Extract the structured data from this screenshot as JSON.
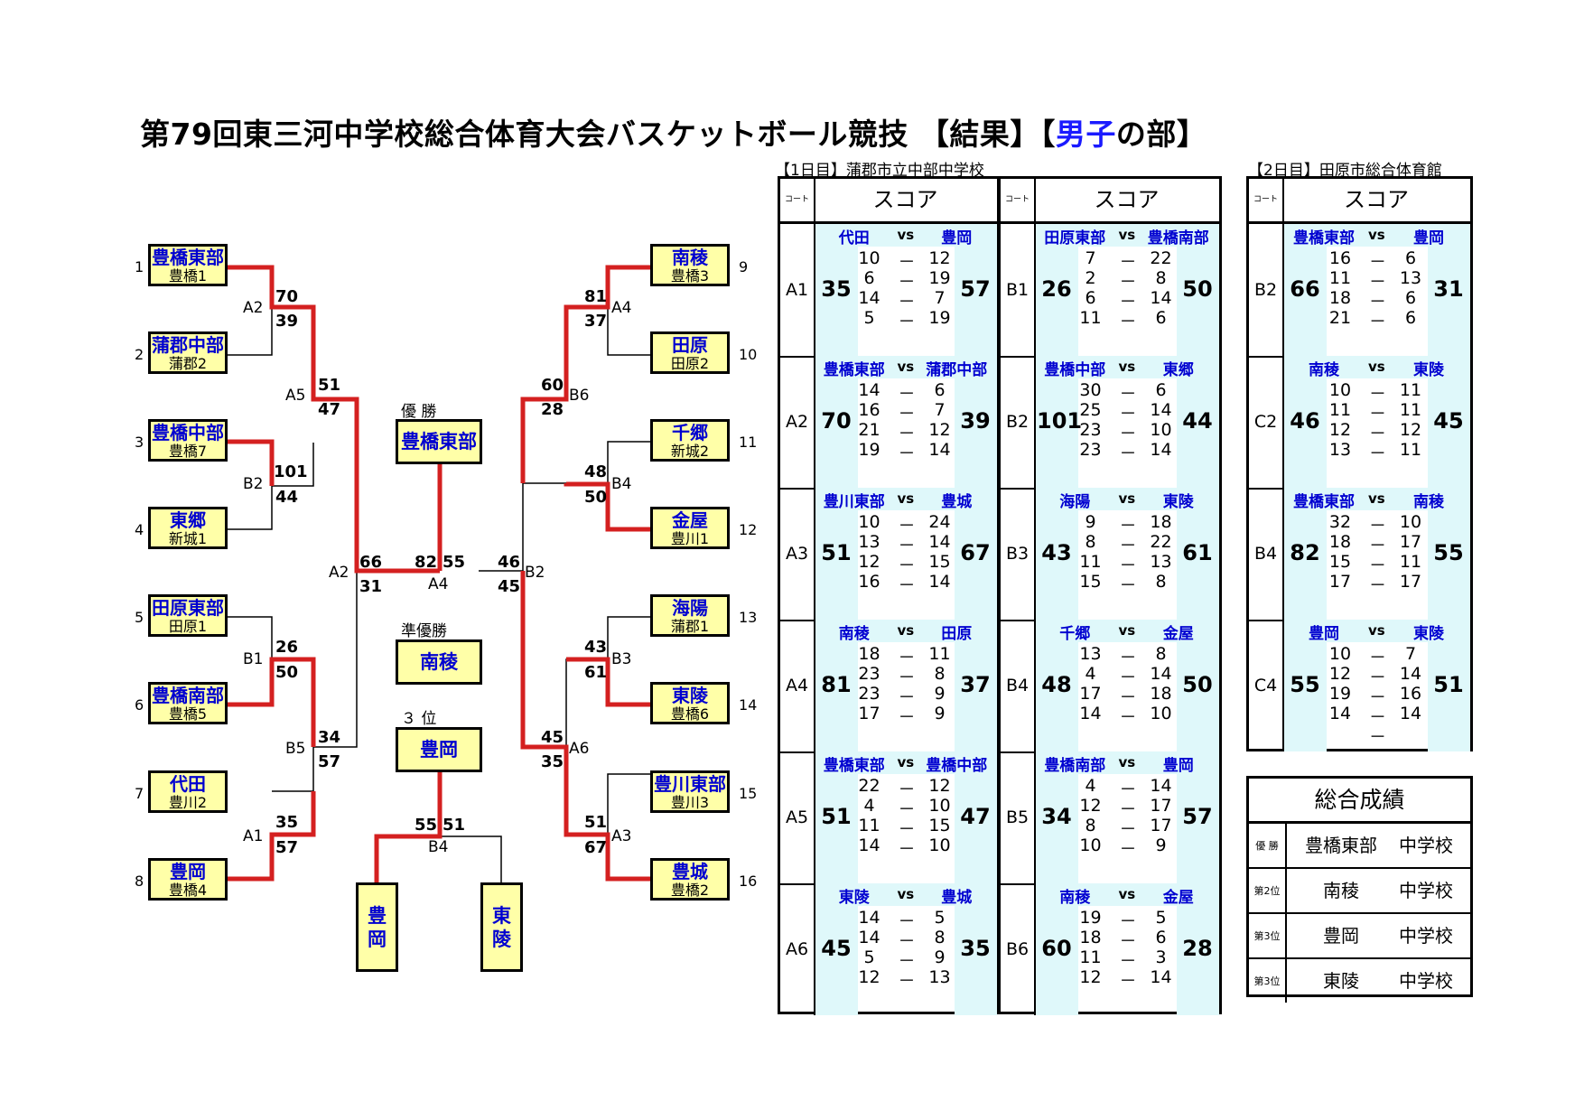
{
  "title": {
    "pre": "第79回東三河中学校総合体育大会バスケットボール競技 【結果】【",
    "blue": "男子",
    "post": "の部】"
  },
  "bracket": {
    "teams": [
      {
        "seed": "1",
        "name": "豊橋東部",
        "sub": "豊橋1"
      },
      {
        "seed": "2",
        "name": "蒲郡中部",
        "sub": "蒲郡2"
      },
      {
        "seed": "3",
        "name": "豊橋中部",
        "sub": "豊橋7"
      },
      {
        "seed": "4",
        "name": "東郷",
        "sub": "新城1"
      },
      {
        "seed": "5",
        "name": "田原東部",
        "sub": "田原1"
      },
      {
        "seed": "6",
        "name": "豊橋南部",
        "sub": "豊橋5"
      },
      {
        "seed": "7",
        "name": "代田",
        "sub": "豊川2"
      },
      {
        "seed": "8",
        "name": "豊岡",
        "sub": "豊橋4"
      },
      {
        "seed": "9",
        "name": "南稜",
        "sub": "豊橋3"
      },
      {
        "seed": "10",
        "name": "田原",
        "sub": "田原2"
      },
      {
        "seed": "11",
        "name": "千郷",
        "sub": "新城2"
      },
      {
        "seed": "12",
        "name": "金屋",
        "sub": "豊川1"
      },
      {
        "seed": "13",
        "name": "海陽",
        "sub": "蒲郡1"
      },
      {
        "seed": "14",
        "name": "東陵",
        "sub": "豊橋6"
      },
      {
        "seed": "15",
        "name": "豊川東部",
        "sub": "豊川3"
      },
      {
        "seed": "16",
        "name": "豊城",
        "sub": "豊橋2"
      }
    ],
    "round_labels": [
      "A2",
      "B2",
      "B1",
      "A1",
      "A5",
      "B5",
      "A2",
      "A4",
      "B2",
      "A4",
      "B4",
      "B3",
      "A3",
      "B6",
      "A6",
      "B4"
    ],
    "scores": [
      "70",
      "39",
      "101",
      "44",
      "26",
      "50",
      "35",
      "57",
      "51",
      "47",
      "34",
      "57",
      "66",
      "31",
      "82",
      "55",
      "46",
      "45",
      "81",
      "37",
      "48",
      "50",
      "43",
      "61",
      "51",
      "67",
      "60",
      "28",
      "45",
      "35",
      "55",
      "51"
    ],
    "champion_label": "優 勝",
    "champion": "豊橋東部",
    "runner_up_label": "準優勝",
    "runner_up": "南稜",
    "third_label": "３ 位",
    "third": "豊岡",
    "third_teams": [
      "豊\n岡",
      "東\n陵"
    ]
  },
  "day1": {
    "caption": "【1日目】蒲郡市立中部中学校",
    "court_header": "コート",
    "score_header": "スコア",
    "vs": "vs",
    "dash": "－",
    "columns": [
      [
        {
          "court": "A1",
          "t1": "代田",
          "t2": "豊岡",
          "s1": "35",
          "s2": "57",
          "q1": [
            "10",
            "6",
            "14",
            "5"
          ],
          "q2": [
            "12",
            "19",
            "7",
            "19"
          ]
        },
        {
          "court": "A2",
          "t1": "豊橋東部",
          "t2": "蒲郡中部",
          "s1": "70",
          "s2": "39",
          "q1": [
            "14",
            "16",
            "21",
            "19"
          ],
          "q2": [
            "6",
            "7",
            "12",
            "14"
          ]
        },
        {
          "court": "A3",
          "t1": "豊川東部",
          "t2": "豊城",
          "s1": "51",
          "s2": "67",
          "q1": [
            "10",
            "13",
            "12",
            "16"
          ],
          "q2": [
            "24",
            "14",
            "15",
            "14"
          ]
        },
        {
          "court": "A4",
          "t1": "南稜",
          "t2": "田原",
          "s1": "81",
          "s2": "37",
          "q1": [
            "18",
            "23",
            "23",
            "17"
          ],
          "q2": [
            "11",
            "8",
            "9",
            "9"
          ]
        },
        {
          "court": "A5",
          "t1": "豊橋東部",
          "t2": "豊橋中部",
          "s1": "51",
          "s2": "47",
          "q1": [
            "22",
            "4",
            "11",
            "14"
          ],
          "q2": [
            "12",
            "10",
            "15",
            "10"
          ]
        },
        {
          "court": "A6",
          "t1": "東陵",
          "t2": "豊城",
          "s1": "45",
          "s2": "35",
          "q1": [
            "14",
            "14",
            "5",
            "12"
          ],
          "q2": [
            "5",
            "8",
            "9",
            "13"
          ]
        }
      ],
      [
        {
          "court": "B1",
          "t1": "田原東部",
          "t2": "豊橋南部",
          "s1": "26",
          "s2": "50",
          "q1": [
            "7",
            "2",
            "6",
            "11"
          ],
          "q2": [
            "22",
            "8",
            "14",
            "6"
          ]
        },
        {
          "court": "B2",
          "t1": "豊橋中部",
          "t2": "東郷",
          "s1": "101",
          "s2": "44",
          "q1": [
            "30",
            "25",
            "23",
            "23"
          ],
          "q2": [
            "6",
            "14",
            "10",
            "14"
          ]
        },
        {
          "court": "B3",
          "t1": "海陽",
          "t2": "東陵",
          "s1": "43",
          "s2": "61",
          "q1": [
            "9",
            "8",
            "11",
            "15"
          ],
          "q2": [
            "18",
            "22",
            "13",
            "8"
          ]
        },
        {
          "court": "B4",
          "t1": "千郷",
          "t2": "金屋",
          "s1": "48",
          "s2": "50",
          "q1": [
            "13",
            "4",
            "17",
            "14"
          ],
          "q2": [
            "8",
            "14",
            "18",
            "10"
          ]
        },
        {
          "court": "B5",
          "t1": "豊橋南部",
          "t2": "豊岡",
          "s1": "34",
          "s2": "57",
          "q1": [
            "4",
            "12",
            "8",
            "10"
          ],
          "q2": [
            "14",
            "17",
            "17",
            "9"
          ]
        },
        {
          "court": "B6",
          "t1": "南稜",
          "t2": "金屋",
          "s1": "60",
          "s2": "28",
          "q1": [
            "19",
            "18",
            "11",
            "12"
          ],
          "q2": [
            "5",
            "6",
            "3",
            "14"
          ]
        }
      ]
    ]
  },
  "day2": {
    "caption": "【2日目】田原市総合体育館",
    "court_header": "コート",
    "score_header": "スコア",
    "games": [
      {
        "court": "B2",
        "t1": "豊橋東部",
        "t2": "豊岡",
        "s1": "66",
        "s2": "31",
        "q1": [
          "16",
          "11",
          "18",
          "21"
        ],
        "q2": [
          "6",
          "13",
          "6",
          "6"
        ]
      },
      {
        "court": "C2",
        "t1": "南稜",
        "t2": "東陵",
        "s1": "46",
        "s2": "45",
        "q1": [
          "10",
          "11",
          "12",
          "13"
        ],
        "q2": [
          "11",
          "11",
          "12",
          "11"
        ]
      },
      {
        "court": "B4",
        "t1": "豊橋東部",
        "t2": "南稜",
        "s1": "82",
        "s2": "55",
        "q1": [
          "32",
          "18",
          "15",
          "17"
        ],
        "q2": [
          "10",
          "17",
          "11",
          "17"
        ]
      },
      {
        "court": "C4",
        "t1": "豊岡",
        "t2": "東陵",
        "s1": "55",
        "s2": "51",
        "q1": [
          "10",
          "12",
          "19",
          "14"
        ],
        "q2": [
          "7",
          "14",
          "16",
          "14"
        ],
        "extra_dash": "－"
      }
    ]
  },
  "overall": {
    "title": "総合成績",
    "rows": [
      {
        "place": "優 勝",
        "name": "豊橋東部",
        "suffix": "中学校"
      },
      {
        "place": "第2位",
        "name": "南稜",
        "suffix": "中学校"
      },
      {
        "place": "第3位",
        "name": "豊岡",
        "suffix": "中学校"
      },
      {
        "place": "第3位",
        "name": "東陵",
        "suffix": "中学校"
      }
    ]
  }
}
